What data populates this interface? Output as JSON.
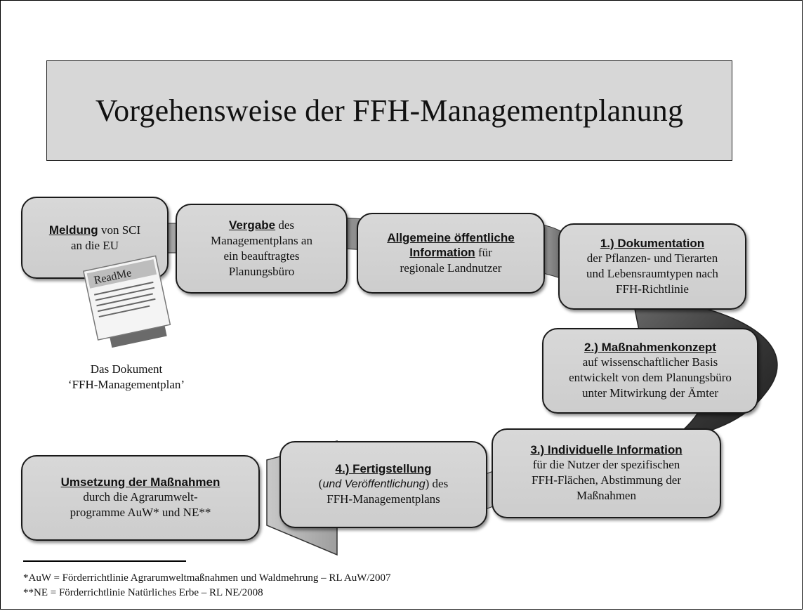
{
  "title": "Vorgehensweise der FFH-Managementplanung",
  "steps": {
    "meldung": {
      "head": "Meldung",
      "text1": " von SCI",
      "text2": "an die EU"
    },
    "vergabe": {
      "head": "Vergabe",
      "text1": " des",
      "text2": "Managementplans an",
      "text3": "ein beauftragtes",
      "text4": "Planungsbüro"
    },
    "information": {
      "head1": "Allgemeine öffentliche",
      "head2": "Information",
      "text1": " für",
      "text2": "regionale Landnutzer"
    },
    "dokumentation": {
      "head": "1.) Dokumentation",
      "text1": "der Pflanzen- und Tierarten",
      "text2": "und Lebensraumtypen nach",
      "text3": "FFH-Richtlinie"
    },
    "konzept": {
      "head": "2.) Maßnahmenkonzept",
      "text1": "auf wissenschaftlicher Basis",
      "text2": "entwickelt von dem Planungsbüro",
      "text3": "unter Mitwirkung der Ämter"
    },
    "individuell": {
      "head": "3.) Individuelle Information",
      "text1": "für die Nutzer der spezifischen",
      "text2": "FFH-Flächen, Abstimmung der",
      "text3": "Maßnahmen"
    },
    "fertigstellung": {
      "head": "4.) Fertigstellung",
      "open": "(",
      "italic": "und Veröffentlichung",
      "close": ") des",
      "text2": "FFH-Managementplans"
    },
    "umsetzung": {
      "head": "Umsetzung der Maßnahmen",
      "text1": "durch die Agrarumwelt-",
      "text2": "programme AuW* und NE**"
    }
  },
  "document": {
    "icon_title": "ReadMe",
    "caption1": "Das Dokument",
    "caption2": "‘FFH-Managementplan’"
  },
  "footnotes": [
    "*AuW = Förderrichtlinie Agrarumweltmaßnahmen und Waldmehrung – RL AuW/2007",
    "**NE = Förderrichtlinie Natürliches Erbe – RL NE/2008"
  ],
  "colors": {
    "box_fill": "#d0d0d0",
    "title_fill": "#d7d7d7",
    "band_dark": "#3c3c3c",
    "band_light": "#a9a9a9"
  }
}
